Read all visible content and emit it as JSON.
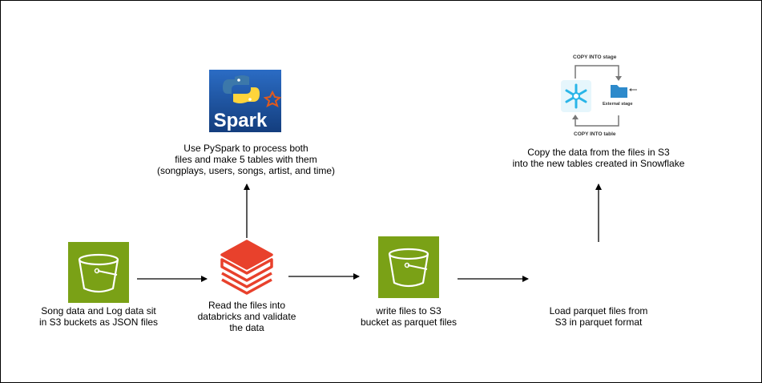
{
  "nodes": {
    "s3_source": {
      "icon": "s3-bucket-icon",
      "lines": [
        "Song data and Log data sit",
        "in S3 buckets as JSON files"
      ]
    },
    "databricks": {
      "icon": "databricks-icon",
      "lines": [
        "Read  the files into",
        "databricks and validate",
        "the data"
      ]
    },
    "spark": {
      "icon": "spark-logo",
      "logo_text": "Spark",
      "lines": [
        "Use PySpark to process both",
        "files and make 5 tables with them",
        "(songplays, users, songs, artist, and time)"
      ]
    },
    "s3_parquet": {
      "icon": "s3-bucket-icon",
      "lines": [
        "write files to S3",
        "bucket as parquet files"
      ]
    },
    "load": {
      "lines": [
        "Load parquet files from",
        "S3 in parquet format"
      ]
    },
    "snowflake": {
      "icon": "snowflake-diagram",
      "copy_stage": "COPY INTO stage",
      "external_stage": "External stage",
      "copy_table": "COPY INTO table",
      "lines": [
        "Copy the data from the files in S3",
        "into the new tables created in Snowflake"
      ]
    }
  },
  "colors": {
    "s3_green": "#7AA116",
    "databricks_red": "#E8412C",
    "spark_blue": "#1F5AA6",
    "snowflake_blue": "#29B5E8"
  }
}
